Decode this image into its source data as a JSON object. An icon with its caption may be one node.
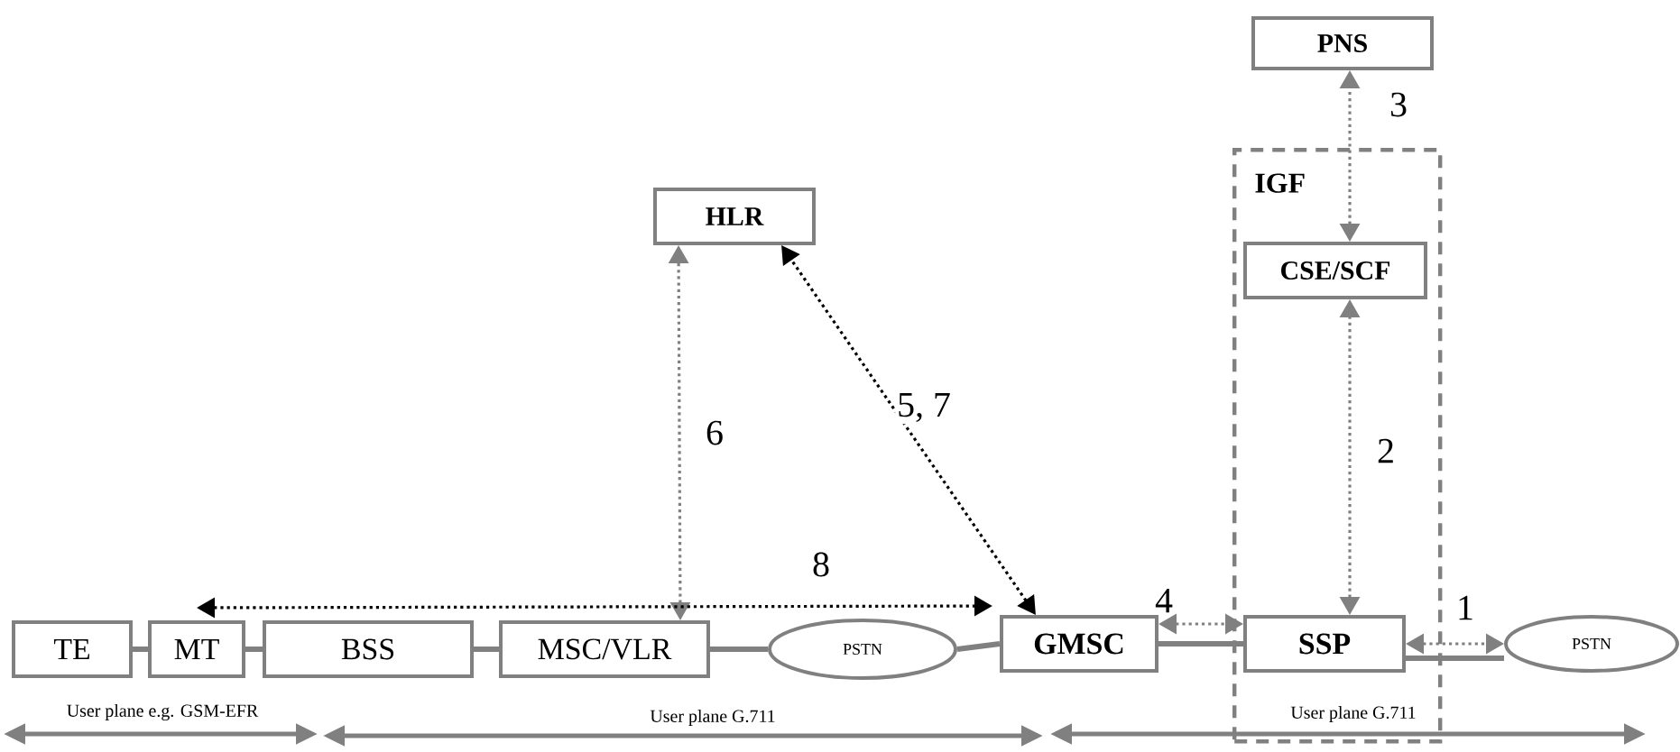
{
  "diagram": {
    "nodes": [
      {
        "text": [
          "TE"
        ]
      },
      {
        "text": [
          "MT"
        ]
      },
      {
        "text": [
          "BSS"
        ]
      },
      {
        "text": [
          "MSC/VLR"
        ]
      },
      {
        "text": [
          "PSTN"
        ]
      },
      {
        "text": [
          "GMSC"
        ]
      },
      {
        "text": [
          "IGF"
        ]
      },
      {
        "text": [
          "PNS"
        ]
      },
      {
        "text": [
          "CSE/SCF"
        ],
        "in": 6
      },
      {
        "text": [
          "SSP"
        ],
        "in": 6
      },
      {
        "text": [
          "PSTN"
        ]
      },
      {
        "text": [
          "HLR"
        ]
      }
    ],
    "edges": [
      {
        "from": 0,
        "to": 1,
        "arrow": "none"
      },
      {
        "from": 1,
        "to": 2,
        "arrow": "none"
      },
      {
        "from": 2,
        "to": 3,
        "arrow": "none"
      },
      {
        "from": 3,
        "to": 4,
        "arrow": "none"
      },
      {
        "from": 4,
        "to": 5,
        "arrow": "none"
      },
      {
        "from": 5,
        "to": 9,
        "arrow": "none"
      },
      {
        "from": 9,
        "to": 10,
        "arrow": "none"
      },
      {
        "from": 9,
        "to": 10,
        "arrow": "both",
        "label": "1",
        "style": "dashed"
      },
      {
        "from": 9,
        "to": 8,
        "arrow": "both",
        "label": "2",
        "style": "dashed"
      },
      {
        "from": 8,
        "to": 7,
        "arrow": "both",
        "label": "3",
        "style": "dashed"
      },
      {
        "from": 5,
        "to": 9,
        "arrow": "both",
        "label": "4",
        "style": "dashed"
      },
      {
        "from": 5,
        "to": 11,
        "arrow": "both",
        "label": "5, 7",
        "style": "dashed",
        "color": "#000000"
      },
      {
        "from": 3,
        "to": 11,
        "arrow": "both",
        "label": "6",
        "style": "dashed"
      },
      {
        "from": 1,
        "to": 5,
        "arrow": "both",
        "label": "8",
        "style": "dashed",
        "color": "#000000"
      }
    ],
    "labels": [
      "User plane e.g. GSM-EFR",
      "User plane G.711",
      "User plane G.711"
    ]
  }
}
